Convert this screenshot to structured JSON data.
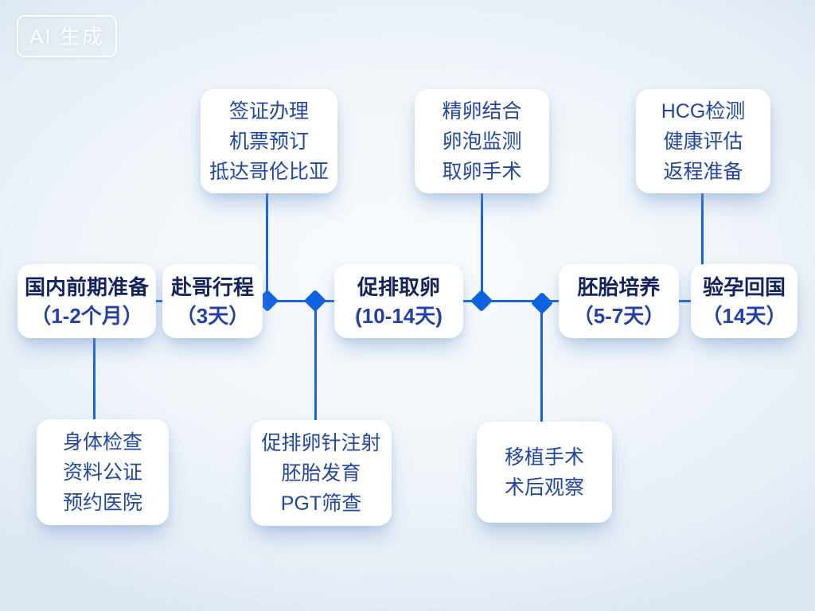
{
  "watermark": "AI 生成",
  "colors": {
    "connector_blue": "#1a63d8",
    "diamond_blue": "#0f62e0",
    "stage_title_navy": "#14235d",
    "stage_duration_blue": "#243fa6",
    "detail_text_blue": "#23479f",
    "card_background": "#ffffff"
  },
  "stages": [
    {
      "title": "国内前期准备",
      "duration": "（1-2个月）"
    },
    {
      "title": "赴哥行程",
      "duration": "（3天）"
    },
    {
      "title": "促排取卵",
      "duration": "(10-14天)"
    },
    {
      "title": "胚胎培养",
      "duration": "（5-7天）"
    },
    {
      "title": "验孕回国",
      "duration": "（14天）"
    }
  ],
  "top_details": [
    {
      "lines": [
        "签证办理",
        "机票预订",
        "抵达哥伦比亚"
      ]
    },
    {
      "lines": [
        "精卵结合",
        "卵泡监测",
        "取卵手术"
      ]
    },
    {
      "lines": [
        "HCG检测",
        "健康评估",
        "返程准备"
      ]
    }
  ],
  "bottom_details": [
    {
      "lines": [
        "身体检查",
        "资料公证",
        "预约医院"
      ]
    },
    {
      "lines": [
        "促排卵针注射",
        "胚胎发育",
        "PGT筛查"
      ]
    },
    {
      "lines": [
        "移植手术",
        "术后观察"
      ]
    }
  ]
}
